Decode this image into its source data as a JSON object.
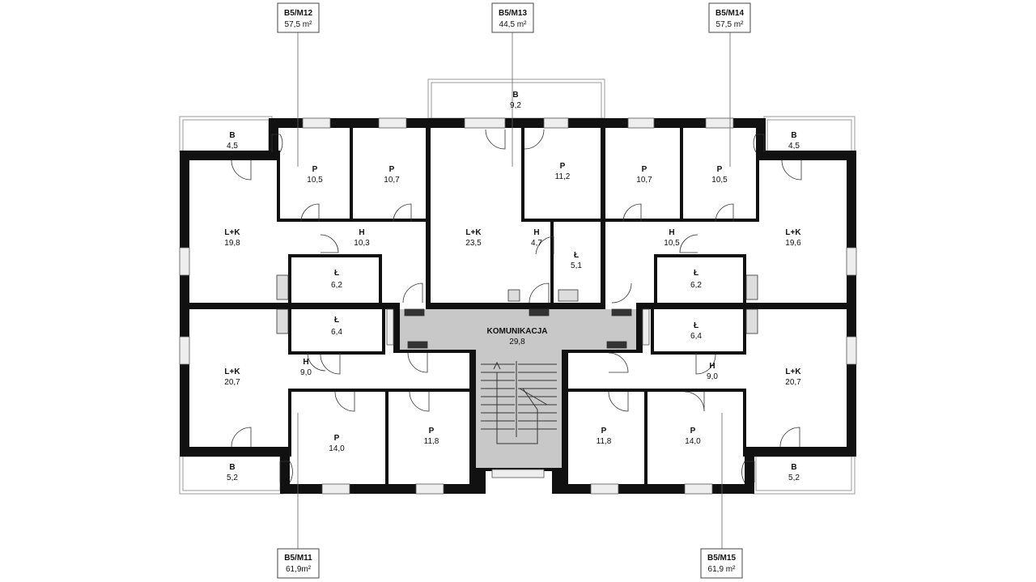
{
  "units": [
    {
      "id": "B5/M12",
      "area": "57,5 m²"
    },
    {
      "id": "B5/M13",
      "area": "44,5 m²"
    },
    {
      "id": "B5/M14",
      "area": "57,5 m²"
    },
    {
      "id": "B5/M11",
      "area": "61,9m²"
    },
    {
      "id": "B5/M15",
      "area": "61,9 m²"
    }
  ],
  "rooms": [
    {
      "name": "B",
      "area": "9,2"
    },
    {
      "name": "B",
      "area": "4,5"
    },
    {
      "name": "P",
      "area": "10,5"
    },
    {
      "name": "P",
      "area": "10,7"
    },
    {
      "name": "L+K",
      "area": "23,5"
    },
    {
      "name": "P",
      "area": "11,2"
    },
    {
      "name": "H",
      "area": "4,7"
    },
    {
      "name": "Ł",
      "area": "5,1"
    },
    {
      "name": "P",
      "area": "10,7"
    },
    {
      "name": "P",
      "area": "10,5"
    },
    {
      "name": "B",
      "area": "4,5"
    },
    {
      "name": "L+K",
      "area": "19,8"
    },
    {
      "name": "H",
      "area": "10,3"
    },
    {
      "name": "Ł",
      "area": "6,2"
    },
    {
      "name": "H",
      "area": "10,5"
    },
    {
      "name": "L+K",
      "area": "19,6"
    },
    {
      "name": "Ł",
      "area": "6,2"
    },
    {
      "name": "KOMUNIKACJA",
      "area": "29,8"
    },
    {
      "name": "Ł",
      "area": "6,4"
    },
    {
      "name": "Ł",
      "area": "6,4"
    },
    {
      "name": "L+K",
      "area": "20,7"
    },
    {
      "name": "H",
      "area": "9,0"
    },
    {
      "name": "H",
      "area": "9,0"
    },
    {
      "name": "L+K",
      "area": "20,7"
    },
    {
      "name": "P",
      "area": "14,0"
    },
    {
      "name": "P",
      "area": "11,8"
    },
    {
      "name": "P",
      "area": "11,8"
    },
    {
      "name": "P",
      "area": "14,0"
    },
    {
      "name": "B",
      "area": "5,2"
    },
    {
      "name": "B",
      "area": "5,2"
    }
  ],
  "colors": {
    "wall": "#111111",
    "communication_fill": "#c8c8c8",
    "window_fill": "#e6e6e6",
    "balcony_line": "#9a9a9a"
  }
}
